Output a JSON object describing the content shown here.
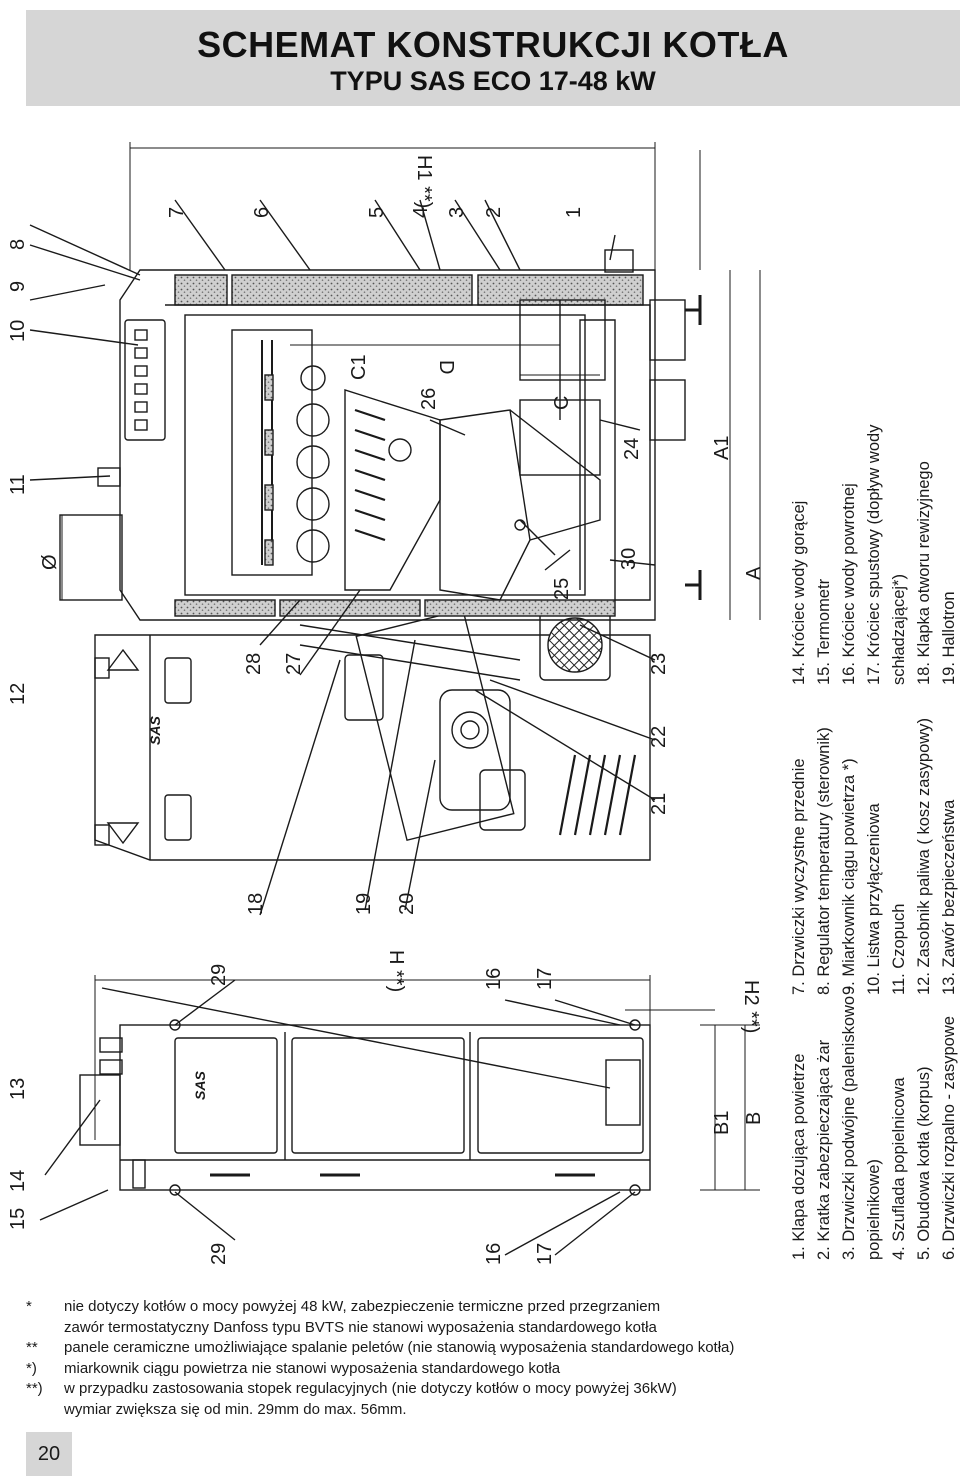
{
  "header": {
    "title_line1": "SCHEMAT KONSTRUKCJI KOTŁA",
    "title_line2": "TYPU SAS ECO 17-48 kW"
  },
  "callouts": {
    "n1": "1",
    "n2": "2",
    "n3": "3",
    "n4": "4",
    "n5": "5",
    "n6": "6",
    "n7": "7",
    "n8": "8",
    "n9": "9",
    "n10": "10",
    "n11": "11",
    "n12": "12",
    "n13": "13",
    "n14": "14",
    "n15": "15",
    "n16a": "16",
    "n16b": "16",
    "n17a": "17",
    "n17b": "17",
    "n18": "18",
    "n19": "19",
    "n20": "20",
    "n21": "21",
    "n22": "22",
    "n23": "23",
    "n24": "24",
    "n25": "25",
    "n26": "26",
    "n27": "27",
    "n28": "28",
    "n29a": "29",
    "n29b": "29",
    "n30": "30"
  },
  "dimensions": {
    "diameter": "Ø",
    "c": "C",
    "c1": "C1",
    "d": "D",
    "a": "A",
    "a1": "A1",
    "b": "B",
    "b1": "B1",
    "h": "H **)",
    "h1": "H1 **)",
    "h2": "H2 **)"
  },
  "brand": "SAS",
  "legend": [
    "1.   Klapa dozująca powietrze",
    "2.   Kratka zabezpieczająca żar",
    "3.   Drzwiczki  podwójne  (paleniskowo  -",
    "       popielnikowe)",
    "4.   Szuflada popielnicowa",
    "5.   Obudowa kotła (korpus)",
    "6.   Drzwiczki rozpalno - zasypowe",
    "7.   Drzwiczki wyczystne przednie",
    "8.   Regulator temperatury (sterownik)",
    "9.   Miarkownik ciągu powietrza *)",
    "10. Listwa przyłączeniowa",
    "11. Czopuch",
    "12. Zasobnik paliwa ( kosz zasypowy)",
    "13. Zawór bezpieczeństwa",
    "14. Króciec wody gorącej",
    "15. Termometr",
    "16. Króciec wody powrotnej",
    "17. Króciec  spustowy  (dopływ  wody",
    "       schładzającej*)",
    "18. Klapka otworu rewizyjnego",
    "19. Hallotron"
  ],
  "notes": [
    {
      "mark": "*",
      "lines": [
        "nie dotyczy kotłów o mocy powyżej 48 kW, zabezpieczenie termiczne przed przegrzaniem",
        "zawór termostatyczny Danfoss typu BVTS nie stanowi wyposażenia standardowego kotła"
      ]
    },
    {
      "mark": "**",
      "lines": [
        "panele ceramiczne umożliwiające spalanie peletów (nie stanowią wyposażenia standardowego kotła)"
      ]
    },
    {
      "mark": "*)",
      "lines": [
        "miarkownik ciągu powietrza nie stanowi wyposażenia standardowego kotła"
      ]
    },
    {
      "mark": "**)",
      "lines": [
        "w przypadku zastosowania stopek regulacyjnych (nie dotyczy kotłów o mocy powyżej 36kW)",
        "wymiar zwiększa się od min. 29mm do max. 56mm."
      ]
    }
  ],
  "page_number": "20",
  "colors": {
    "header_bg": "#d6d6d6",
    "ink": "#1a1a1a",
    "insulation": "#bdbdbd"
  }
}
